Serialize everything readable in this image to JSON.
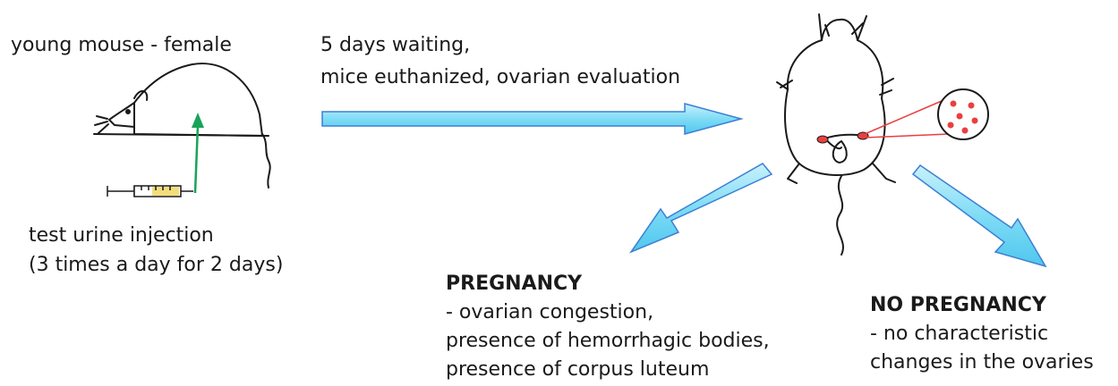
{
  "mouse_label": "young mouse - female",
  "injection": {
    "line1": "test urine injection",
    "line2": "(3 times a day for 2 days)"
  },
  "waiting": {
    "line1": "5 days waiting,",
    "line2": "mice euthanized, ovarian evaluation"
  },
  "pregnancy": {
    "title": "PREGNANCY",
    "line1": "- ovarian congestion,",
    "line2": "presence of hemorrhagic bodies,",
    "line3": "presence of corpus luteum"
  },
  "no_pregnancy": {
    "title": "NO PREGNANCY",
    "line1": "- no characteristic",
    "line2": "changes in the ovaries"
  },
  "colors": {
    "arrow_fill": "#7fdcf5",
    "arrow_stroke": "#3b7fd4",
    "injection_arrow": "#1aa35a",
    "ovary_red": "#e8403f",
    "outline": "#1a1a1a"
  }
}
